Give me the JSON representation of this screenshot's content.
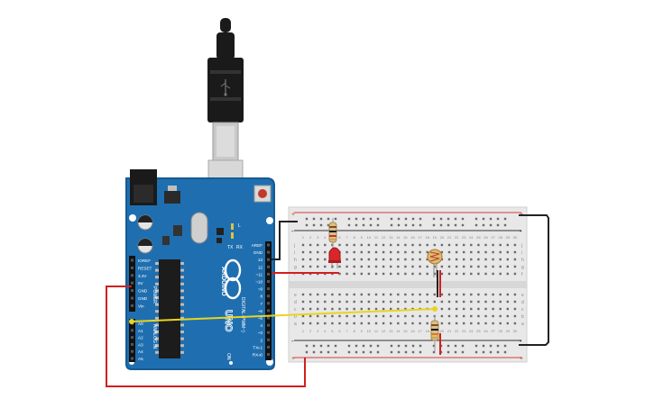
{
  "colors": {
    "board_blue": "#1f6fb0",
    "board_dark": "#175a91",
    "breadboard": "#e8e8e8",
    "rail_red": "#d83a3a",
    "rail_dark": "#333333",
    "wire_red": "#d11f1f",
    "wire_black": "#222222",
    "wire_yellow": "#e8d51e",
    "led_red": "#d8262a",
    "usb_black": "#1a1a1a"
  },
  "icons": {
    "usb": "usb-icon",
    "arduino_logo": "infinity-logo-icon"
  },
  "arduino": {
    "brand": "ARDUINO",
    "model": "UNO",
    "digital_label": "DIGITAL (PWM~)",
    "analog_label": "ANALOG IN",
    "power_label": "POWER",
    "on_label": "ON",
    "tx_label": "TX",
    "rx_label": "RX",
    "l_label": "L",
    "power_pins": [
      "IOREF",
      "RESET",
      "3.3V",
      "5V",
      "GND",
      "GND",
      "Vin"
    ],
    "analog_pins": [
      "A0",
      "A1",
      "A2",
      "A3",
      "A4",
      "A5"
    ],
    "digital_pins": [
      "AREF",
      "GND",
      "13",
      "12",
      "~11",
      "~10",
      "~9",
      "8",
      "7",
      "~6",
      "~5",
      "4",
      "~3",
      "2",
      "TX▹1",
      "RX◃0"
    ]
  },
  "breadboard": {
    "row_letters_top": [
      "j",
      "i",
      "h",
      "g",
      "f"
    ],
    "row_letters_bottom": [
      "e",
      "d",
      "c",
      "b",
      "a"
    ],
    "column_numbers": [
      "1",
      "2",
      "3",
      "4",
      "5",
      "6",
      "7",
      "8",
      "9",
      "10",
      "11",
      "12",
      "13",
      "14",
      "15",
      "16",
      "17",
      "18",
      "19",
      "20",
      "21",
      "22",
      "23",
      "24",
      "25",
      "26",
      "27",
      "28",
      "29",
      "30"
    ],
    "plus": "+",
    "minus": "-"
  }
}
